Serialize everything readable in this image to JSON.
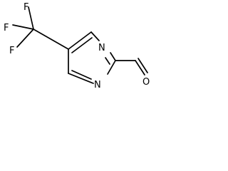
{
  "molecule": {
    "atom_labels": {
      "n_top": "N",
      "n_bottom": "N",
      "o_aldehyde": "O",
      "f_1": "F",
      "f_2": "F",
      "f_3": "F"
    },
    "colors": {
      "bond": "#000000",
      "label": "#000000",
      "background": "#ffffff"
    }
  }
}
